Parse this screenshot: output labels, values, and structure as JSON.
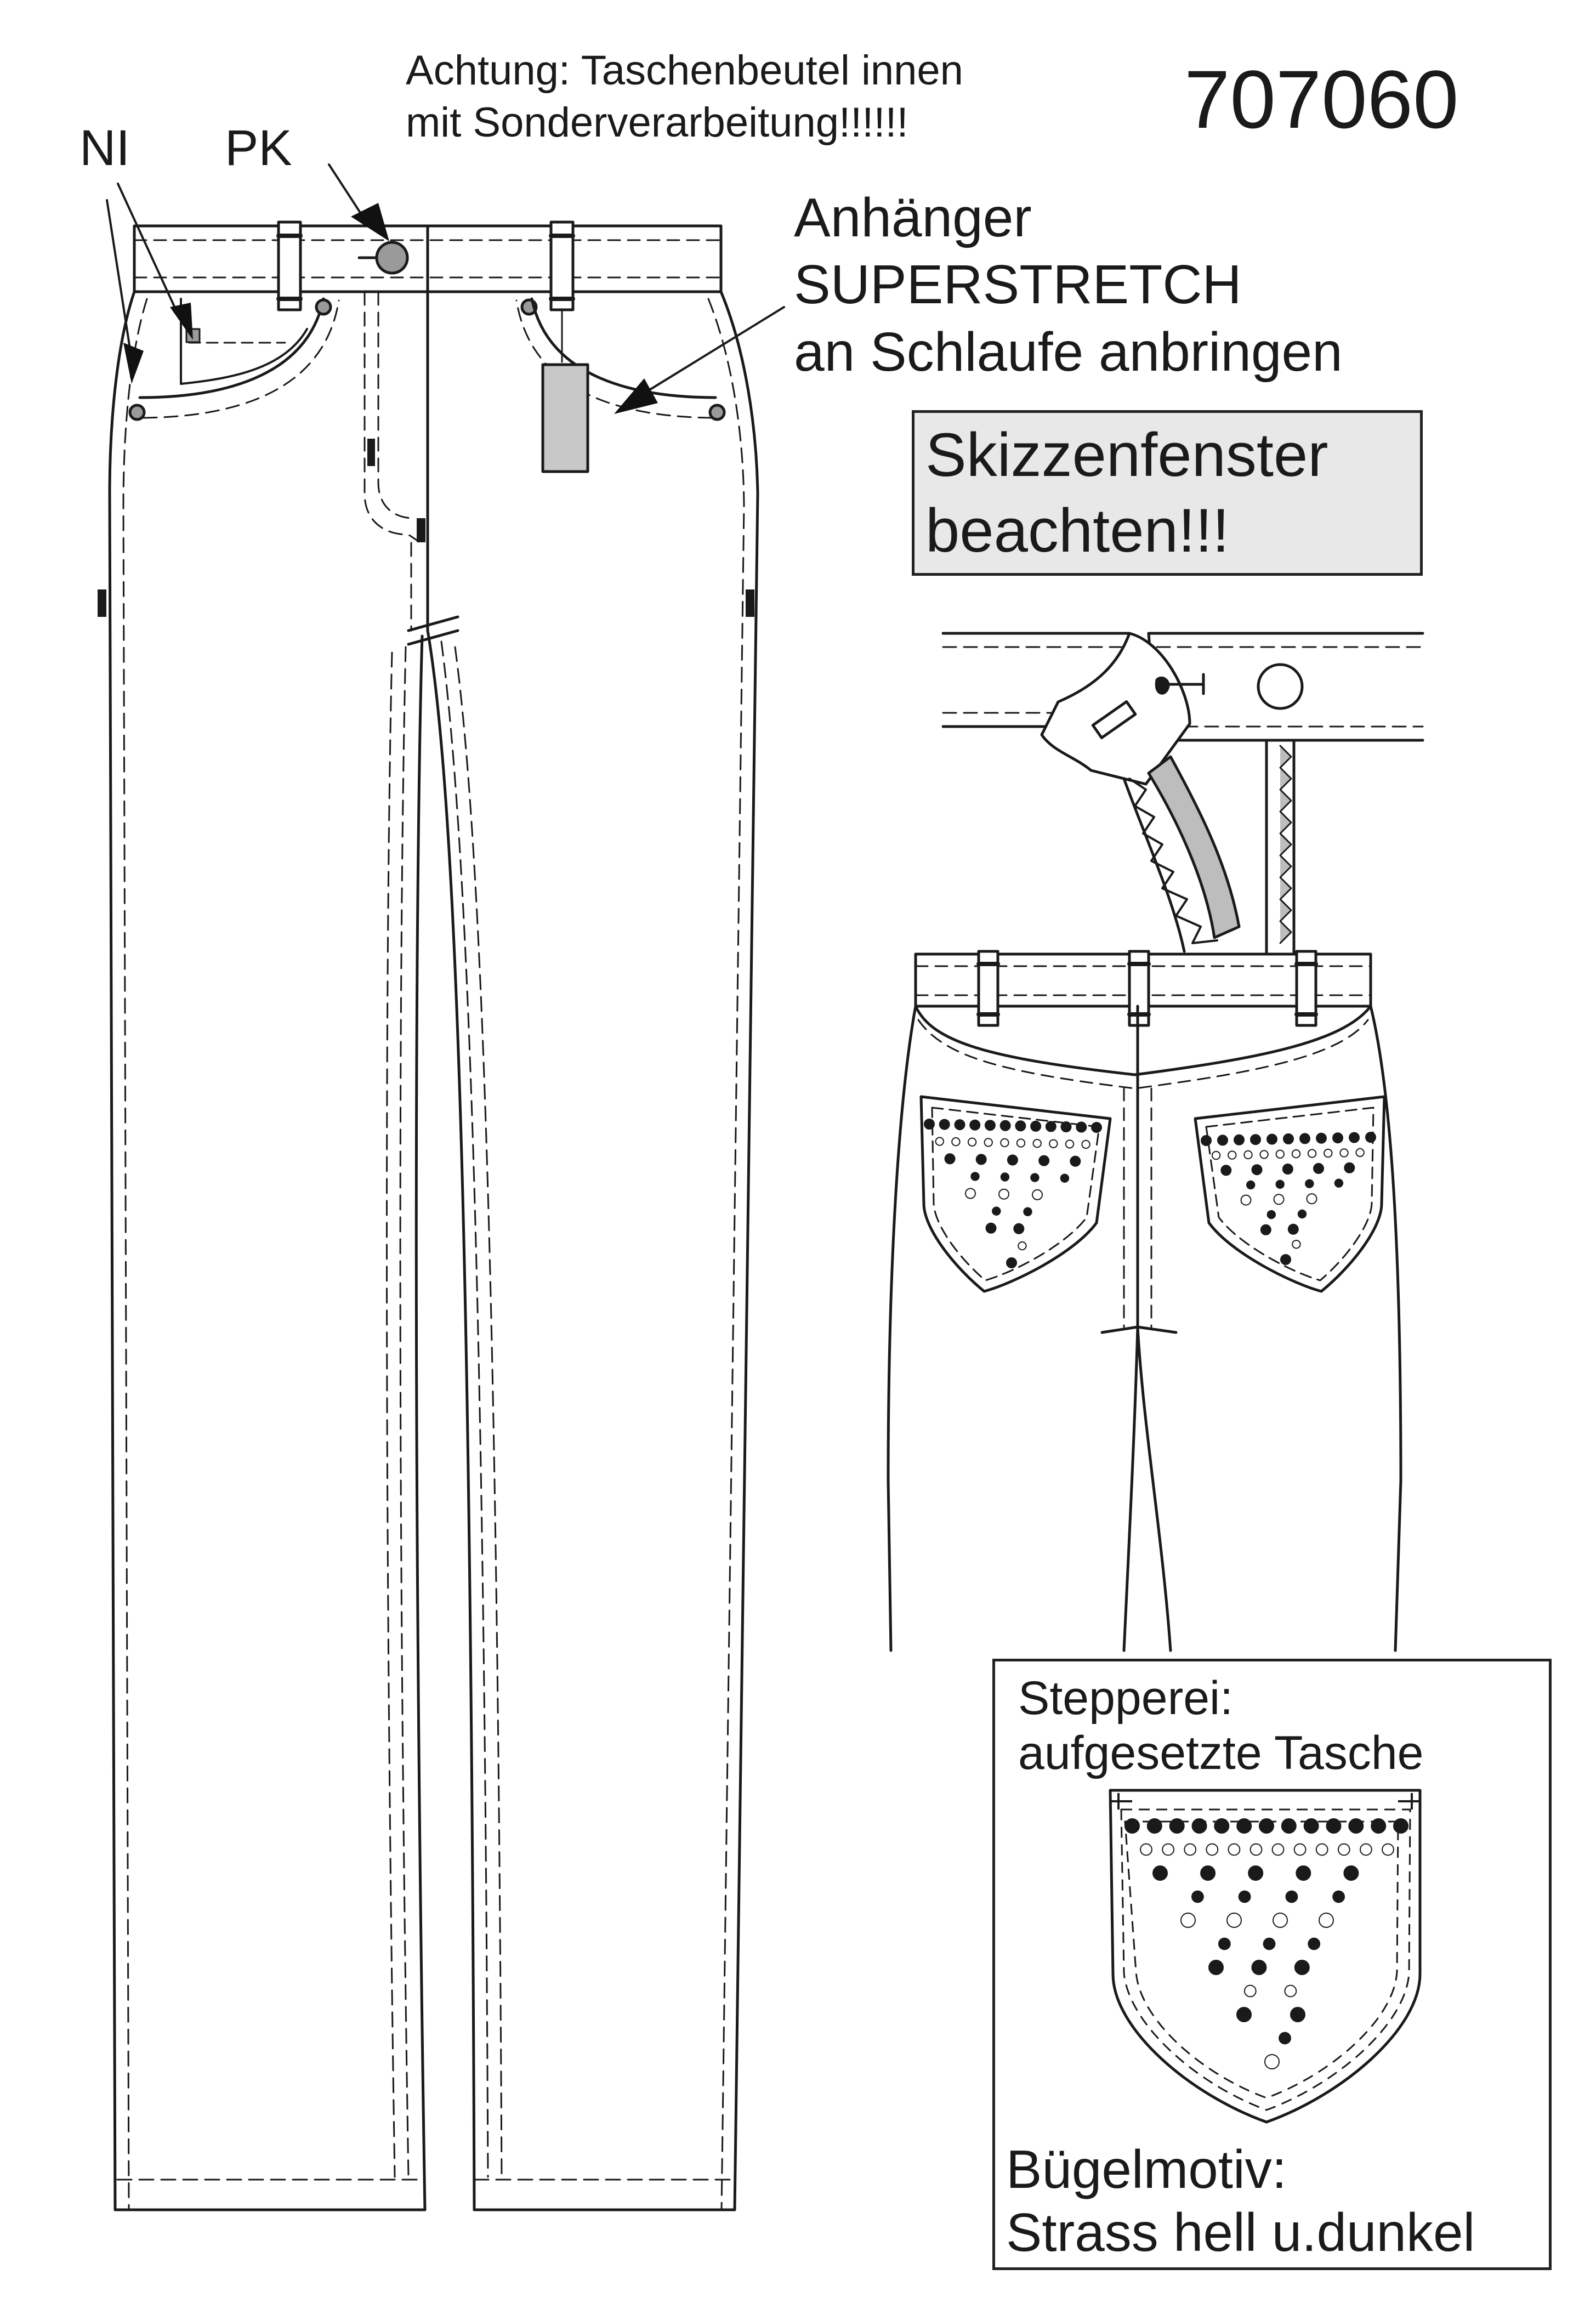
{
  "header": {
    "warning_line1": "Achtung: Taschenbeutel innen",
    "warning_line2": "mit Sonderverarbeitung!!!!!!",
    "style_number": "707060"
  },
  "labels": {
    "ni": "NI",
    "pk": "PK",
    "tag_line1": "Anhänger",
    "tag_line2": "SUPERSTRETCH",
    "tag_line3": "an Schlaufe anbringen"
  },
  "sketch_note": {
    "line1": "Skizzenfenster",
    "line2": "beachten!!!"
  },
  "detail": {
    "title_line1": "Stepperei:",
    "title_line2": "aufgesetzte Tasche",
    "motif_line1": "Bügelmotiv:",
    "motif_line2": "Strass hell u.dunkel"
  },
  "colors": {
    "line": "#1a1a1a",
    "tag_fill": "#c8c8c8",
    "fly_fill": "#bdbdbd",
    "box_fill": "#e8e8e8"
  }
}
